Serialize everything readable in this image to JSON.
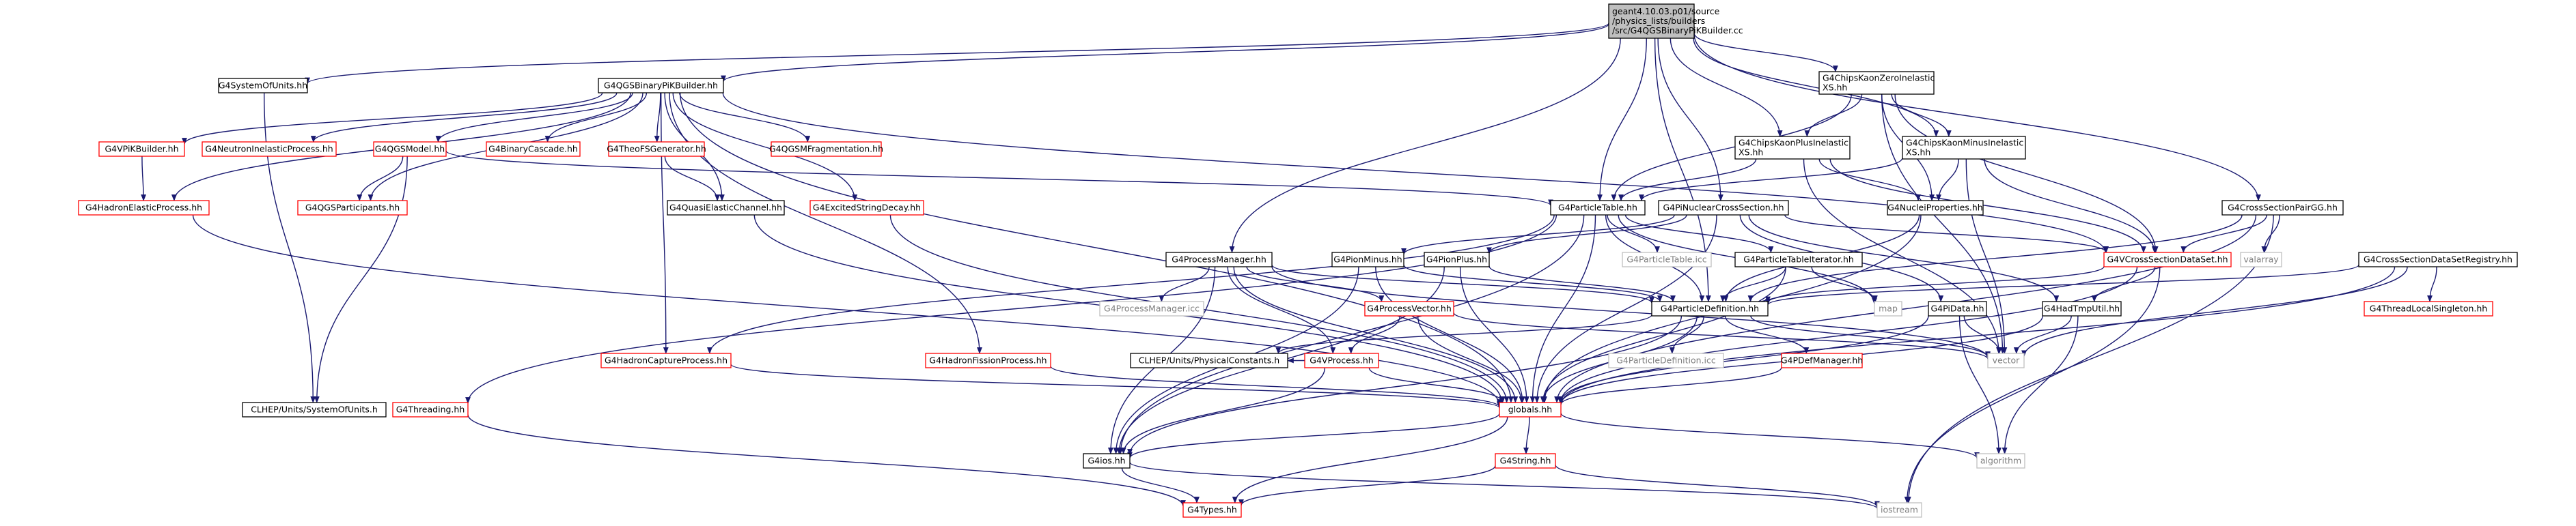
{
  "nodes": [
    {
      "id": "root",
      "lines": [
        "geant4.10.03.p01/source",
        "/physics_lists/builders",
        "/src/G4QGSBinaryPiKBuilder.cc"
      ],
      "style": "root"
    },
    {
      "id": "G4SystemOfUnits",
      "lines": [
        "G4SystemOfUnits.hh"
      ],
      "style": "normal"
    },
    {
      "id": "G4QGSBinaryPiKBuilder",
      "lines": [
        "G4QGSBinaryPiKBuilder.hh"
      ],
      "style": "normal"
    },
    {
      "id": "G4ChipsKaonZeroInelasticXS",
      "lines": [
        "G4ChipsKaonZeroInelastic",
        "XS.hh"
      ],
      "style": "normal"
    },
    {
      "id": "G4ChipsKaonPlusInelasticXS",
      "lines": [
        "G4ChipsKaonPlusInelastic",
        "XS.hh"
      ],
      "style": "normal"
    },
    {
      "id": "G4ChipsKaonMinusInelasticXS",
      "lines": [
        "G4ChipsKaonMinusInelastic",
        "XS.hh"
      ],
      "style": "normal"
    },
    {
      "id": "G4VPiKBuilder",
      "lines": [
        "G4VPiKBuilder.hh"
      ],
      "style": "red"
    },
    {
      "id": "G4NeutronInelasticProcess",
      "lines": [
        "G4NeutronInelasticProcess.hh"
      ],
      "style": "red"
    },
    {
      "id": "G4QGSModel",
      "lines": [
        "G4QGSModel.hh"
      ],
      "style": "red"
    },
    {
      "id": "G4BinaryCascade",
      "lines": [
        "G4BinaryCascade.hh"
      ],
      "style": "red"
    },
    {
      "id": "G4TheoFSGenerator",
      "lines": [
        "G4TheoFSGenerator.hh"
      ],
      "style": "red"
    },
    {
      "id": "G4QGSMFragmentation",
      "lines": [
        "G4QGSMFragmentation.hh"
      ],
      "style": "red"
    },
    {
      "id": "G4HadronElasticProcess",
      "lines": [
        "G4HadronElasticProcess.hh"
      ],
      "style": "red"
    },
    {
      "id": "G4QGSParticipants",
      "lines": [
        "G4QGSParticipants.hh"
      ],
      "style": "red"
    },
    {
      "id": "G4QuasiElasticChannel",
      "lines": [
        "G4QuasiElasticChannel.hh"
      ],
      "style": "normal"
    },
    {
      "id": "G4ExcitedStringDecay",
      "lines": [
        "G4ExcitedStringDecay.hh"
      ],
      "style": "red"
    },
    {
      "id": "G4ParticleTable",
      "lines": [
        "G4ParticleTable.hh"
      ],
      "style": "normal"
    },
    {
      "id": "G4PiNuclearCrossSection",
      "lines": [
        "G4PiNuclearCrossSection.hh"
      ],
      "style": "normal"
    },
    {
      "id": "G4NucleiProperties",
      "lines": [
        "G4NucleiProperties.hh"
      ],
      "style": "normal"
    },
    {
      "id": "G4CrossSectionPairGG",
      "lines": [
        "G4CrossSectionPairGG.hh"
      ],
      "style": "normal"
    },
    {
      "id": "G4ProcessManager",
      "lines": [
        "G4ProcessManager.hh"
      ],
      "style": "normal"
    },
    {
      "id": "G4PionMinus",
      "lines": [
        "G4PionMinus.hh"
      ],
      "style": "normal"
    },
    {
      "id": "G4PionPlus",
      "lines": [
        "G4PionPlus.hh"
      ],
      "style": "normal"
    },
    {
      "id": "G4ParticleTable_icc",
      "lines": [
        "G4ParticleTable.icc"
      ],
      "style": "gray"
    },
    {
      "id": "G4ParticleTableIterator",
      "lines": [
        "G4ParticleTableIterator.hh"
      ],
      "style": "normal"
    },
    {
      "id": "G4VCrossSectionDataSet",
      "lines": [
        "G4VCrossSectionDataSet.hh"
      ],
      "style": "red"
    },
    {
      "id": "valarray",
      "lines": [
        "valarray"
      ],
      "style": "gray"
    },
    {
      "id": "G4CrossSectionDataSetRegistry",
      "lines": [
        "G4CrossSectionDataSetRegistry.hh"
      ],
      "style": "normal"
    },
    {
      "id": "G4ProcessManager_icc",
      "lines": [
        "G4ProcessManager.icc"
      ],
      "style": "gray"
    },
    {
      "id": "G4ProcessVector",
      "lines": [
        "G4ProcessVector.hh"
      ],
      "style": "red"
    },
    {
      "id": "G4ParticleDefinition",
      "lines": [
        "G4ParticleDefinition.hh"
      ],
      "style": "normal"
    },
    {
      "id": "map",
      "lines": [
        "map"
      ],
      "style": "gray"
    },
    {
      "id": "G4PiData",
      "lines": [
        "G4PiData.hh"
      ],
      "style": "normal"
    },
    {
      "id": "G4HadTmpUtil",
      "lines": [
        "G4HadTmpUtil.hh"
      ],
      "style": "normal"
    },
    {
      "id": "G4ThreadLocalSingleton",
      "lines": [
        "G4ThreadLocalSingleton.hh"
      ],
      "style": "red"
    },
    {
      "id": "CLHEP_PhysicalConstants",
      "lines": [
        "CLHEP/Units/PhysicalConstants.h"
      ],
      "style": "normal"
    },
    {
      "id": "vector",
      "lines": [
        "vector"
      ],
      "style": "gray"
    },
    {
      "id": "G4HadronCaptureProcess",
      "lines": [
        "G4HadronCaptureProcess.hh"
      ],
      "style": "red"
    },
    {
      "id": "G4HadronFissionProcess",
      "lines": [
        "G4HadronFissionProcess.hh"
      ],
      "style": "red"
    },
    {
      "id": "G4VProcess",
      "lines": [
        "G4VProcess.hh"
      ],
      "style": "red"
    },
    {
      "id": "G4ParticleDefinition_icc",
      "lines": [
        "G4ParticleDefinition.icc"
      ],
      "style": "gray"
    },
    {
      "id": "G4PDefManager",
      "lines": [
        "G4PDefManager.hh"
      ],
      "style": "red"
    },
    {
      "id": "CLHEP_SystemOfUnits",
      "lines": [
        "CLHEP/Units/SystemOfUnits.h"
      ],
      "style": "normal"
    },
    {
      "id": "G4Threading",
      "lines": [
        "G4Threading.hh"
      ],
      "style": "red"
    },
    {
      "id": "globals",
      "lines": [
        "globals.hh"
      ],
      "style": "red"
    },
    {
      "id": "G4String",
      "lines": [
        "G4String.hh"
      ],
      "style": "red"
    },
    {
      "id": "algorithm",
      "lines": [
        "algorithm"
      ],
      "style": "gray"
    },
    {
      "id": "G4ios",
      "lines": [
        "G4ios.hh"
      ],
      "style": "normal"
    },
    {
      "id": "iostream",
      "lines": [
        "iostream"
      ],
      "style": "gray"
    },
    {
      "id": "G4Types",
      "lines": [
        "G4Types.hh"
      ],
      "style": "red"
    }
  ],
  "edges": [
    [
      "root",
      "G4SystemOfUnits"
    ],
    [
      "root",
      "G4QGSBinaryPiKBuilder"
    ],
    [
      "root",
      "G4ChipsKaonZeroInelasticXS"
    ],
    [
      "root",
      "G4ChipsKaonPlusInelasticXS"
    ],
    [
      "root",
      "G4ChipsKaonMinusInelasticXS"
    ],
    [
      "root",
      "G4ParticleTable"
    ],
    [
      "root",
      "G4PiNuclearCrossSection"
    ],
    [
      "root",
      "G4CrossSectionPairGG"
    ],
    [
      "root",
      "G4ProcessManager"
    ],
    [
      "root",
      "G4ParticleDefinition"
    ],
    [
      "G4SystemOfUnits",
      "CLHEP_SystemOfUnits"
    ],
    [
      "G4QGSBinaryPiKBuilder",
      "G4VPiKBuilder"
    ],
    [
      "G4QGSBinaryPiKBuilder",
      "G4NeutronInelasticProcess"
    ],
    [
      "G4QGSBinaryPiKBuilder",
      "G4QGSModel"
    ],
    [
      "G4QGSBinaryPiKBuilder",
      "G4BinaryCascade"
    ],
    [
      "G4QGSBinaryPiKBuilder",
      "G4TheoFSGenerator"
    ],
    [
      "G4QGSBinaryPiKBuilder",
      "G4QGSMFragmentation"
    ],
    [
      "G4QGSBinaryPiKBuilder",
      "G4HadronElasticProcess"
    ],
    [
      "G4QGSBinaryPiKBuilder",
      "G4QGSParticipants"
    ],
    [
      "G4QGSBinaryPiKBuilder",
      "G4QuasiElasticChannel"
    ],
    [
      "G4QGSBinaryPiKBuilder",
      "G4ExcitedStringDecay"
    ],
    [
      "G4QGSBinaryPiKBuilder",
      "G4HadronCaptureProcess"
    ],
    [
      "G4QGSBinaryPiKBuilder",
      "G4HadronFissionProcess"
    ],
    [
      "G4QGSBinaryPiKBuilder",
      "G4VCrossSectionDataSet"
    ],
    [
      "G4QGSBinaryPiKBuilder",
      "globals"
    ],
    [
      "G4VPiKBuilder",
      "G4HadronElasticProcess"
    ],
    [
      "G4QGSModel",
      "G4QGSParticipants"
    ],
    [
      "G4QGSModel",
      "G4ParticleTable"
    ],
    [
      "G4QGSModel",
      "CLHEP_SystemOfUnits"
    ],
    [
      "G4TheoFSGenerator",
      "G4QuasiElasticChannel"
    ],
    [
      "G4QuasiElasticChannel",
      "globals"
    ],
    [
      "G4HadronElasticProcess",
      "globals"
    ],
    [
      "G4ExcitedStringDecay",
      "globals"
    ],
    [
      "G4ChipsKaonZeroInelasticXS",
      "G4ChipsKaonPlusInelasticXS"
    ],
    [
      "G4ChipsKaonZeroInelasticXS",
      "G4ChipsKaonMinusInelasticXS"
    ],
    [
      "G4ChipsKaonZeroInelasticXS",
      "G4ParticleTable"
    ],
    [
      "G4ChipsKaonZeroInelasticXS",
      "G4NucleiProperties"
    ],
    [
      "G4ChipsKaonZeroInelasticXS",
      "G4VCrossSectionDataSet"
    ],
    [
      "G4ChipsKaonZeroInelasticXS",
      "vector"
    ],
    [
      "G4ChipsKaonPlusInelasticXS",
      "G4ParticleTable"
    ],
    [
      "G4ChipsKaonPlusInelasticXS",
      "G4NucleiProperties"
    ],
    [
      "G4ChipsKaonPlusInelasticXS",
      "G4VCrossSectionDataSet"
    ],
    [
      "G4ChipsKaonPlusInelasticXS",
      "vector"
    ],
    [
      "G4ChipsKaonMinusInelasticXS",
      "G4ParticleTable"
    ],
    [
      "G4ChipsKaonMinusInelasticXS",
      "G4NucleiProperties"
    ],
    [
      "G4ChipsKaonMinusInelasticXS",
      "G4VCrossSectionDataSet"
    ],
    [
      "G4ChipsKaonMinusInelasticXS",
      "vector"
    ],
    [
      "G4ParticleTable",
      "G4ParticleTable_icc"
    ],
    [
      "G4ParticleTable",
      "G4ParticleTableIterator"
    ],
    [
      "G4ParticleTable",
      "G4ParticleDefinition"
    ],
    [
      "G4ParticleTable",
      "map"
    ],
    [
      "G4ParticleTable",
      "G4ios"
    ],
    [
      "G4ParticleTable",
      "globals"
    ],
    [
      "G4ParticleTable",
      "G4Threading"
    ],
    [
      "G4ParticleTable",
      "G4HadronCaptureProcess"
    ],
    [
      "G4PiNuclearCrossSection",
      "G4VCrossSectionDataSet"
    ],
    [
      "G4PiNuclearCrossSection",
      "G4PiData"
    ],
    [
      "G4PiNuclearCrossSection",
      "G4HadTmpUtil"
    ],
    [
      "G4PiNuclearCrossSection",
      "G4PionMinus"
    ],
    [
      "G4PiNuclearCrossSection",
      "G4PionPlus"
    ],
    [
      "G4PiNuclearCrossSection",
      "globals"
    ],
    [
      "G4NucleiProperties",
      "G4ParticleDefinition"
    ],
    [
      "G4NucleiProperties",
      "globals"
    ],
    [
      "G4CrossSectionPairGG",
      "G4VCrossSectionDataSet"
    ],
    [
      "G4CrossSectionPairGG",
      "valarray"
    ],
    [
      "G4CrossSectionPairGG",
      "G4ParticleDefinition"
    ],
    [
      "G4CrossSectionPairGG",
      "globals"
    ],
    [
      "G4CrossSectionPairGG",
      "iostream"
    ],
    [
      "G4CrossSectionDataSetRegistry",
      "G4ThreadLocalSingleton"
    ],
    [
      "G4CrossSectionDataSetRegistry",
      "globals"
    ],
    [
      "G4CrossSectionDataSetRegistry",
      "vector"
    ],
    [
      "G4CrossSectionDataSetRegistry",
      "G4ParticleDefinition"
    ],
    [
      "G4VCrossSectionDataSet",
      "G4ParticleDefinition"
    ],
    [
      "G4VCrossSectionDataSet",
      "G4HadTmpUtil"
    ],
    [
      "G4VCrossSectionDataSet",
      "globals"
    ],
    [
      "G4VCrossSectionDataSet",
      "iostream"
    ],
    [
      "G4ProcessManager",
      "G4ProcessManager_icc"
    ],
    [
      "G4ProcessManager",
      "G4ProcessVector"
    ],
    [
      "G4ProcessManager",
      "G4VProcess"
    ],
    [
      "G4ProcessManager",
      "G4ParticleDefinition"
    ],
    [
      "G4ProcessManager",
      "globals"
    ],
    [
      "G4ProcessManager",
      "G4ios"
    ],
    [
      "G4ProcessManager",
      "vector"
    ],
    [
      "G4PionMinus",
      "G4ParticleDefinition"
    ],
    [
      "G4PionMinus",
      "globals"
    ],
    [
      "G4PionMinus",
      "G4ios"
    ],
    [
      "G4PionPlus",
      "G4ParticleDefinition"
    ],
    [
      "G4PionPlus",
      "globals"
    ],
    [
      "G4PionPlus",
      "G4ios"
    ],
    [
      "G4ParticleTableIterator",
      "G4ParticleDefinition"
    ],
    [
      "G4ParticleTableIterator",
      "map"
    ],
    [
      "G4ParticleTableIterator",
      "globals"
    ],
    [
      "G4ProcessVector",
      "G4VProcess"
    ],
    [
      "G4ProcessVector",
      "globals"
    ],
    [
      "G4ProcessVector",
      "vector"
    ],
    [
      "G4VProcess",
      "globals"
    ],
    [
      "G4VProcess",
      "G4ios"
    ],
    [
      "G4VProcess",
      "CLHEP_PhysicalConstants"
    ],
    [
      "G4ParticleDefinition",
      "G4ParticleDefinition_icc"
    ],
    [
      "G4ParticleDefinition",
      "G4PDefManager"
    ],
    [
      "G4ParticleDefinition",
      "globals"
    ],
    [
      "G4ParticleDefinition",
      "G4ios"
    ],
    [
      "G4ParticleDefinition",
      "vector"
    ],
    [
      "G4ParticleDefinition",
      "CLHEP_PhysicalConstants"
    ],
    [
      "G4PiData",
      "globals"
    ],
    [
      "G4PiData",
      "vector"
    ],
    [
      "G4PiData",
      "algorithm"
    ],
    [
      "G4HadTmpUtil",
      "globals"
    ],
    [
      "G4HadTmpUtil",
      "vector"
    ],
    [
      "G4HadTmpUtil",
      "algorithm"
    ],
    [
      "G4PDefManager",
      "globals"
    ],
    [
      "G4HadronCaptureProcess",
      "globals"
    ],
    [
      "G4HadronFissionProcess",
      "globals"
    ],
    [
      "G4Threading",
      "G4Types"
    ],
    [
      "globals",
      "G4ios"
    ],
    [
      "globals",
      "G4String"
    ],
    [
      "globals",
      "G4Types"
    ],
    [
      "globals",
      "algorithm"
    ],
    [
      "G4String",
      "iostream"
    ],
    [
      "G4String",
      "G4Types"
    ],
    [
      "G4ios",
      "G4Types"
    ],
    [
      "G4ios",
      "iostream"
    ]
  ],
  "colors": {
    "edge": "#191970",
    "red_border": "#ff0000",
    "normal_border": "#000000",
    "gray_border": "#bfbfbf",
    "gray_text": "#7f7f7f",
    "root_fill": "#bfbfbf",
    "text": "#000000"
  }
}
